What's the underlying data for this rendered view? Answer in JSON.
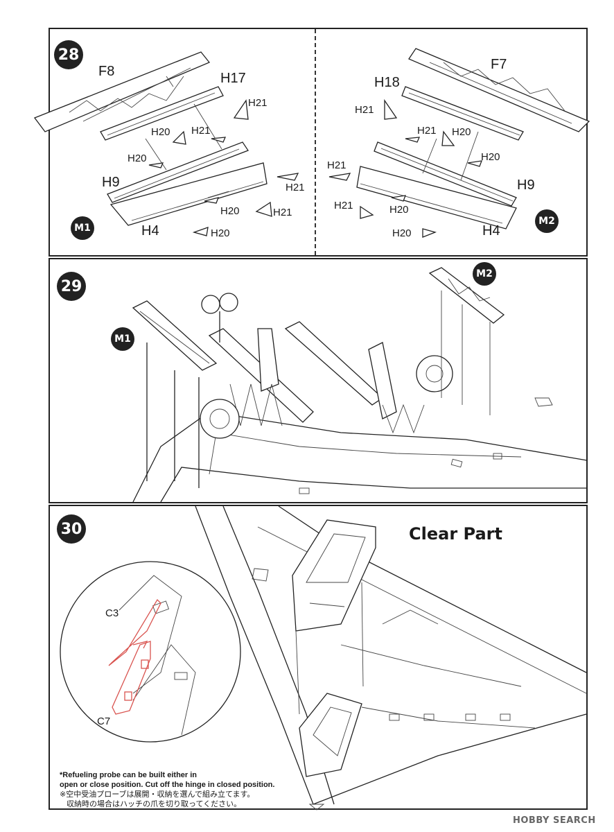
{
  "steps": [
    {
      "number": "28",
      "left": {
        "badge": "M1",
        "labels": {
          "f8": "F8",
          "h17": "H17",
          "h21a": "H21",
          "h20a": "H20",
          "h21b": "H21",
          "h20b": "H20",
          "h9": "H9",
          "h21c": "H21",
          "h20c": "H20",
          "h21d": "H21",
          "h4": "H4",
          "h20d": "H20"
        }
      },
      "right": {
        "badge": "M2",
        "labels": {
          "f7": "F7",
          "h18": "H18",
          "h21a": "H21",
          "h21b": "H21",
          "h20a": "H20",
          "h20b": "H20",
          "h21c": "H21",
          "h9": "H9",
          "h21d": "H21",
          "h20c": "H20",
          "h20d": "H20",
          "h4": "H4"
        }
      }
    },
    {
      "number": "29",
      "badges": {
        "left": "M1",
        "right": "M2"
      }
    },
    {
      "number": "30",
      "clear_part": "Clear Part",
      "labels": {
        "c3": "C3",
        "c7": "C7"
      },
      "note": {
        "en1": "*Refueling probe can be built either in",
        "en2": "open or close position. Cut off the hinge in closed position.",
        "jp1": "※空中受油プローブは展開・収納を選んで組み立てます。",
        "jp2": "収納時の場合はハッチの爪を切り取ってください。"
      }
    }
  ],
  "watermark": "HOBBY SEARCH",
  "colors": {
    "ink": "#222222",
    "red_parts": "#d9534f"
  }
}
